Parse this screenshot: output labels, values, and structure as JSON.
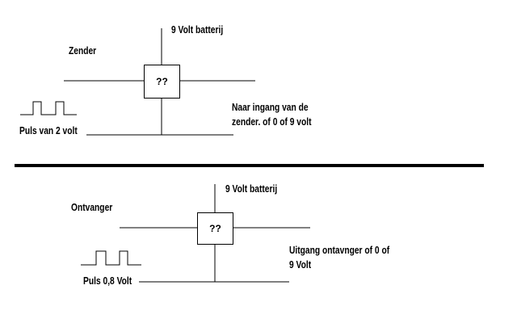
{
  "colors": {
    "line": "#000000",
    "background": "#ffffff"
  },
  "transmitter": {
    "title": "Zender",
    "battery": "9 Volt batterij",
    "unknown": "??",
    "input_pulse": "Puls van 2 volt",
    "output_line1": "Naar ingang van de",
    "output_line2": "zender. of 0 of 9 volt"
  },
  "receiver": {
    "title": "Ontvanger",
    "battery": "9 Volt batterij",
    "unknown": "??",
    "input_pulse": "Puls 0,8 Volt",
    "output_line1": "Uitgang ontavnger of 0 of",
    "output_line2": "9 Volt"
  }
}
